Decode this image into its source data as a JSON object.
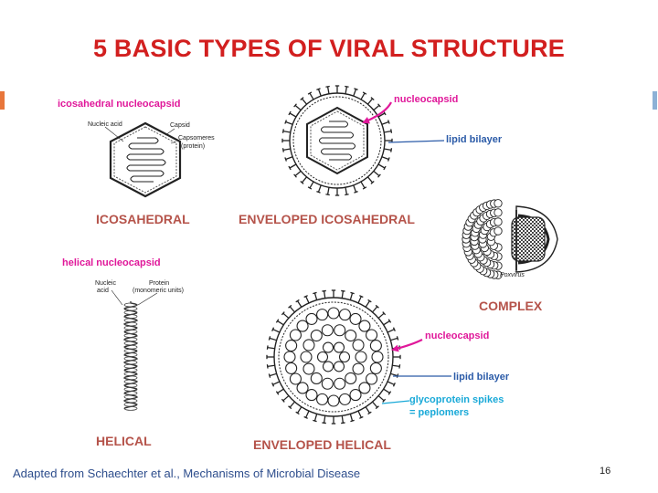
{
  "title": "5 BASIC TYPES OF VIRAL STRUCTURE",
  "labels": {
    "icosahedral_nucleocapsid": "icosahedral nucleocapsid",
    "nucleic_acid_1": "Nucleic acid",
    "capsid": "Capsid",
    "capsomeres": "Capsomeres",
    "capsomeres_protein": "(protein)",
    "nucleocapsid_1": "nucleocapsid",
    "lipid_bilayer_1": "lipid bilayer",
    "icosahedral": "ICOSAHEDRAL",
    "enveloped_icosahedral": "ENVELOPED ICOSAHEDRAL",
    "poxvirus": "Poxvirus",
    "complex": "COMPLEX",
    "helical_nucleocapsid": "helical nucleocapsid",
    "nucleic": "Nucleic",
    "acid": "acid",
    "protein": "Protein",
    "monomeric_units": "(monomeric units)",
    "nucleocapsid_2": "nucleocapsid",
    "lipid_bilayer_2": "lipid bilayer",
    "glycoprotein_spikes": "glycoprotein spikes",
    "peplomers": "= peplomers",
    "helical": "HELICAL",
    "enveloped_helical": "ENVELOPED HELICAL"
  },
  "footer": "Adapted from Schaechter et al., Mechanisms of Microbial Disease",
  "page_number": "16",
  "colors": {
    "title": "#d21f1f",
    "pink_label": "#e0189a",
    "blue_label": "#2b5ba8",
    "cyan_label": "#19a9d8",
    "type_label": "#b5534a"
  }
}
